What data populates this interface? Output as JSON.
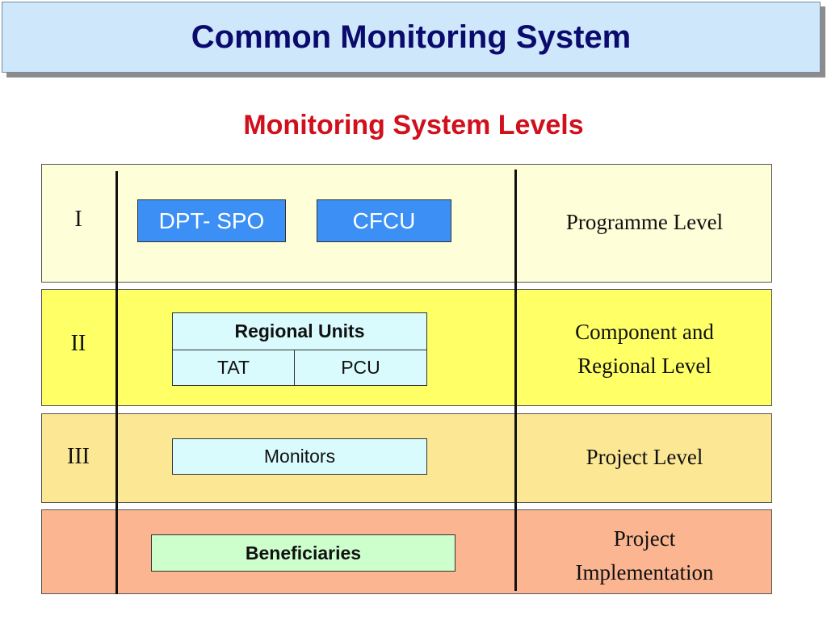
{
  "title": "Common Monitoring System",
  "subtitle": "Monitoring System Levels",
  "colors": {
    "title_bg": "#cfe7fb",
    "title_text": "#0b0b6e",
    "subtitle_text": "#d0101c",
    "band_1_bg": "#fefed8",
    "band_2_bg": "#ffff66",
    "band_3_bg": "#fce795",
    "band_4_bg": "#fbb590",
    "blue_box": "#3b8ff5",
    "cyan_box": "#d9fbfd",
    "green_box": "#ccffcc"
  },
  "levels": [
    {
      "numeral": "I",
      "label_lines": [
        "Programme Level"
      ]
    },
    {
      "numeral": "II",
      "label_lines": [
        "Component and",
        "Regional Level"
      ]
    },
    {
      "numeral": "III",
      "label_lines": [
        "Project Level"
      ]
    },
    {
      "numeral": "",
      "label_lines": [
        "Project",
        "Implementation"
      ]
    }
  ],
  "units": {
    "level_1": [
      "DPT- SPO",
      "CFCU"
    ],
    "level_2": {
      "header": "Regional Units",
      "cells": [
        "TAT",
        "PCU"
      ]
    },
    "level_3": "Monitors",
    "level_4": "Beneficiaries"
  }
}
